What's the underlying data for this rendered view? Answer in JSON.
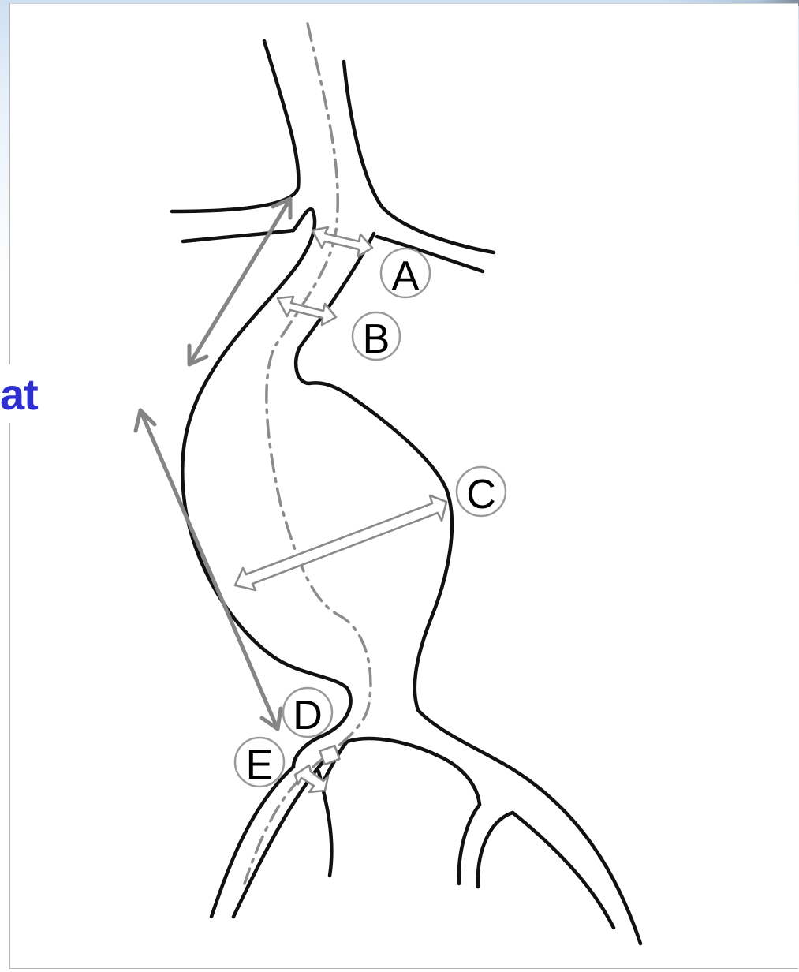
{
  "side_text": "at",
  "markers": {
    "a": "A",
    "b": "B",
    "c": "C",
    "d": "D",
    "e": "E"
  }
}
